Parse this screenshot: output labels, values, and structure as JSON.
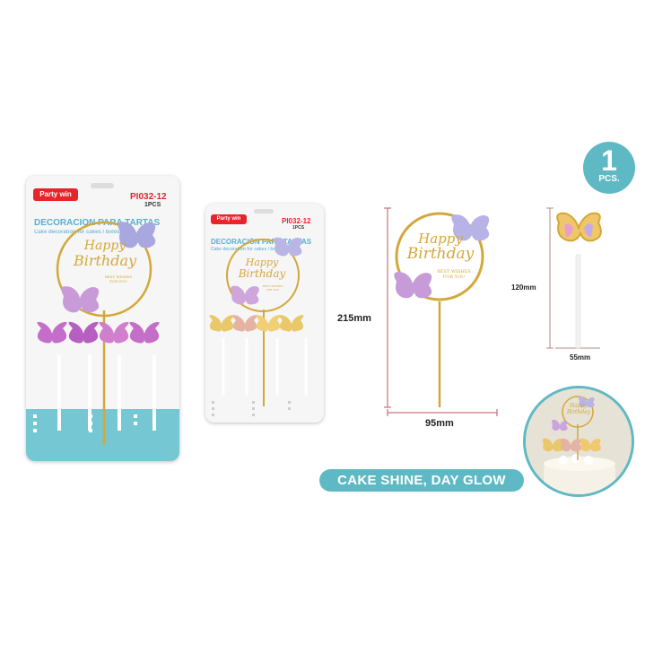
{
  "badge": {
    "count": "1",
    "unit": "PCS."
  },
  "package": {
    "brand": "Party win",
    "code": "PI032-12",
    "qty": "1PCS",
    "title": "DECORACIÓN PARA TARTAS",
    "subtitle": "Cake decoration for cakes / bolos"
  },
  "topper": {
    "line1": "Happy",
    "line2": "Birthday",
    "wishes_line1": "BEST WISHES",
    "wishes_line2": "FOR YOU"
  },
  "dimensions": {
    "height_large": "215mm",
    "width_large": "95mm",
    "height_small": "120mm",
    "width_small": "55mm"
  },
  "tagline": "CAKE SHINE, DAY GLOW",
  "colors": {
    "accent": "#5fb9c4",
    "brand_red": "#e8242b",
    "gold": "#d4a73a",
    "dimension_line": "#c0565a"
  }
}
